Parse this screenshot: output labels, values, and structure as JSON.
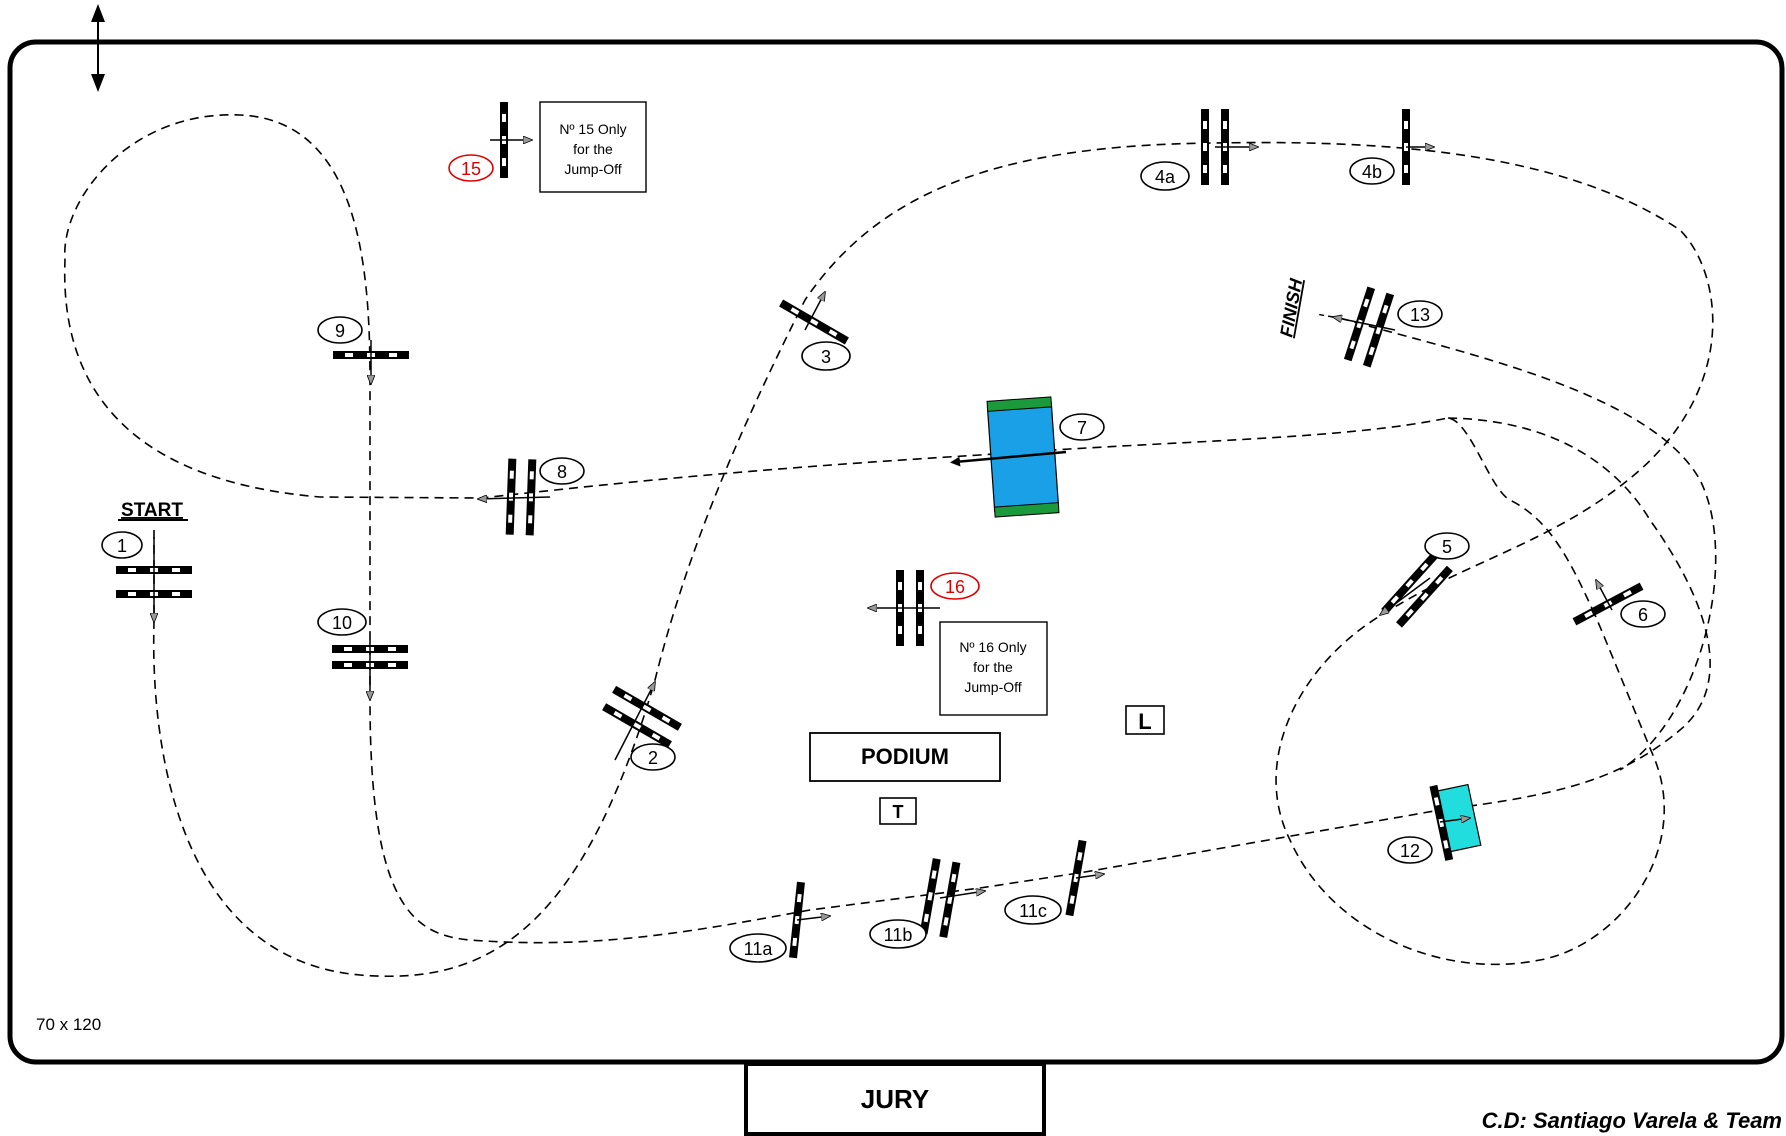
{
  "arena": {
    "size_label": "70 x 120"
  },
  "labels": {
    "start": "START",
    "finish": "FINISH",
    "podium": "PODIUM",
    "jury": "JURY",
    "credit": "C.D: Santiago Varela & Team",
    "t_marker": "T",
    "l_marker": "L"
  },
  "notes": {
    "n15": [
      "Nº 15  Only",
      "for the",
      "Jump-Off"
    ],
    "n16": [
      "Nº 16 Only",
      "for the",
      "Jump-Off"
    ]
  },
  "obstacles": {
    "o1": "1",
    "o2": "2",
    "o3": "3",
    "o4a": "4a",
    "o4b": "4b",
    "o5": "5",
    "o6": "6",
    "o7": "7",
    "o8": "8",
    "o9": "9",
    "o10": "10",
    "o11a": "11a",
    "o11b": "11b",
    "o11c": "11c",
    "o12": "12",
    "o13": "13",
    "o15": "15",
    "o16": "16"
  },
  "colors": {
    "jump_off": "#e00000",
    "water": "#1aa0e6",
    "water_edge": "#1a9a3a",
    "liverpool": "#22dddd"
  }
}
